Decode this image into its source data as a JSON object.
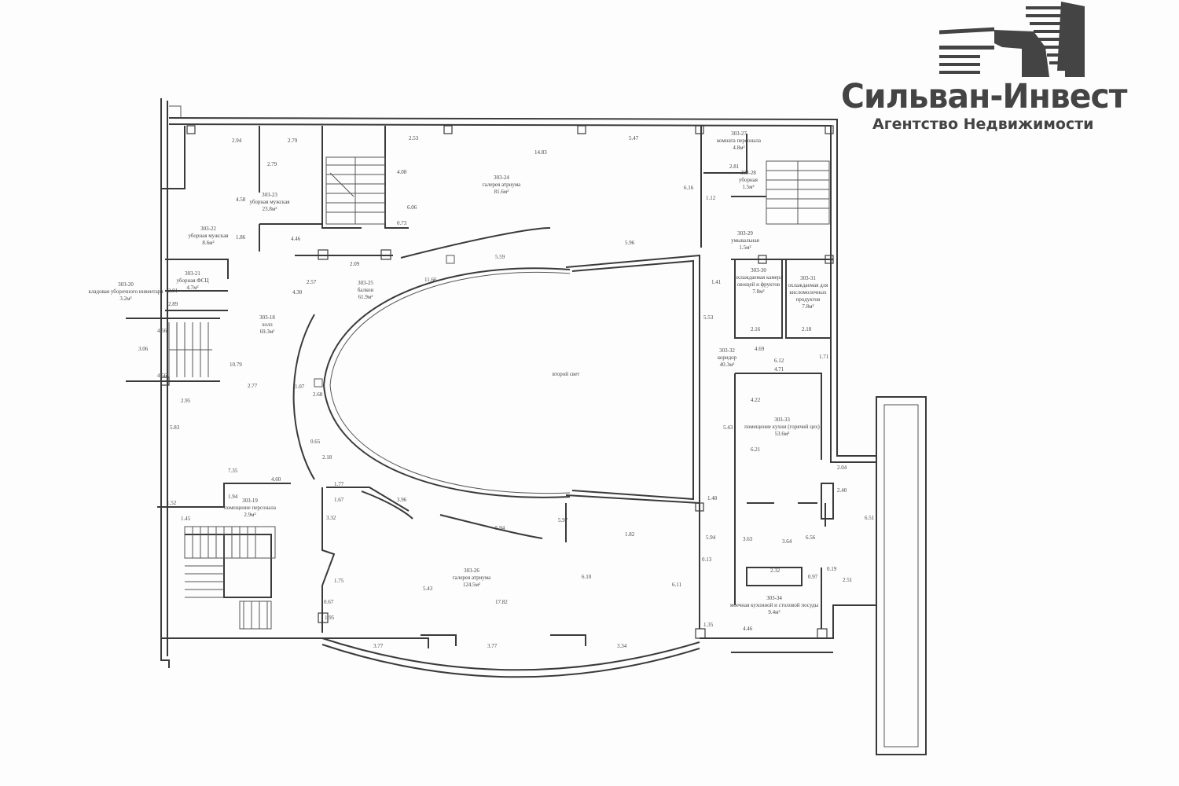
{
  "logo": {
    "title": "Сильван-Инвест",
    "subtitle": "Агентство Недвижимости",
    "color": "#444444"
  },
  "plan": {
    "atrium_label": "второй свет",
    "rooms": [
      {
        "id": "303-20",
        "name": "кладовая уборочного инвентаря",
        "area": "3.2м²"
      },
      {
        "id": "303-21",
        "name": "уборная ФСЦ",
        "area": "4.7м²"
      },
      {
        "id": "303-22",
        "name": "уборная мужская",
        "area": "8.6м²"
      },
      {
        "id": "303-23",
        "name": "уборная мужская",
        "area": "23.8м²"
      },
      {
        "id": "303-24",
        "name": "галерея атриума",
        "area": "81.6м²"
      },
      {
        "id": "303-25",
        "name": "балкон",
        "area": "61.9м²"
      },
      {
        "id": "303-18",
        "name": "холл",
        "area": "69.3м²"
      },
      {
        "id": "303-19",
        "name": "помещение персонала",
        "area": "2.9м²"
      },
      {
        "id": "303-26",
        "name": "галерея атриума",
        "area": "124.5м²"
      },
      {
        "id": "303-27",
        "name": "комната персонала",
        "area": "4.8м²"
      },
      {
        "id": "303-28",
        "name": "уборная",
        "area": "1.5м²"
      },
      {
        "id": "303-29",
        "name": "умывальная",
        "area": "1.5м²"
      },
      {
        "id": "303-30",
        "name": "охлаждаемая камера овощей и фруктов",
        "area": "7.8м²"
      },
      {
        "id": "303-31",
        "name": "охлаждаемая для кисломолочных продуктов",
        "area": "7.8м²"
      },
      {
        "id": "303-32",
        "name": "коридор",
        "area": "40.3м²"
      },
      {
        "id": "303-33",
        "name": "помещение кухни (горячий цех)",
        "area": "53.6м²"
      },
      {
        "id": "303-34",
        "name": "моечная кухонной и столовой посуды",
        "area": "9.4м²"
      }
    ],
    "dimensions": [
      "2.94",
      "2.79",
      "2.79",
      "4.58",
      "4.46",
      "1.86",
      "2.53",
      "4.08",
      "6.06",
      "0.73",
      "14.83",
      "5.47",
      "5.96",
      "5.59",
      "11.66",
      "2.09",
      "4.30",
      "2.57",
      "10.79",
      "2.77",
      "1.07",
      "2.68",
      "0.65",
      "2.18",
      "7.35",
      "5.83",
      "2.95",
      "4.56",
      "4.56",
      "3.06",
      "2.91",
      "2.89",
      "4.60",
      "1.94",
      "1.52",
      "1.45",
      "1.77",
      "1.67",
      "3.96",
      "5.94",
      "5.97",
      "1.82",
      "6.10",
      "6.11",
      "5.43",
      "17.82",
      "3.77",
      "3.77",
      "3.34",
      "3.32",
      "1.75",
      "0.67",
      "1.95",
      "2.81",
      "1.12",
      "1.41",
      "5.53",
      "2.16",
      "2.18",
      "4.69",
      "6.12",
      "4.71",
      "4.22",
      "5.43",
      "6.21",
      "2.04",
      "2.40",
      "6.56",
      "6.51",
      "3.64",
      "3.63",
      "1.48",
      "5.94",
      "0.13",
      "2.32",
      "0.97",
      "0.19",
      "2.51",
      "4.46",
      "1.35",
      "6.16",
      "1.71"
    ]
  }
}
